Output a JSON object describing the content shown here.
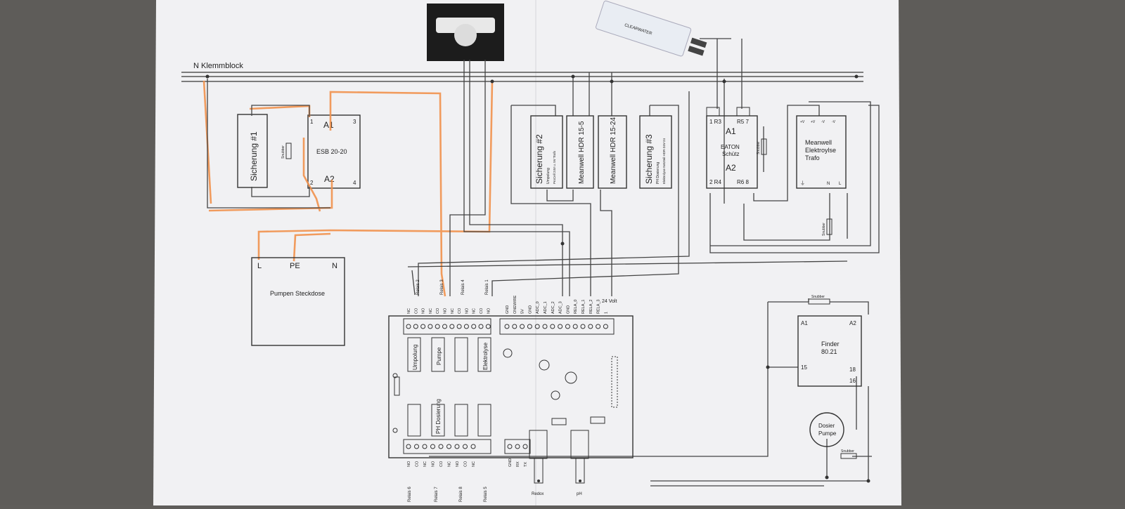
{
  "header": {
    "n_block_label": "N Klemmblock"
  },
  "fuses": {
    "f1": "Sicherung #1",
    "f2": "Sicherung #2",
    "f2_sub1": "Umpolung",
    "f2_sub2": "ProCell 24V u. 5V Trafo",
    "f3": "Sicherung #3",
    "f3_sub1": "PH Dosierung",
    "f3_sub2": "Elektrolyse Netzteil HDR-24V-24"
  },
  "esb": {
    "name": "ESB 20-20",
    "a1": "A1",
    "a2": "A2",
    "p1": "1",
    "p2": "2",
    "p3": "3",
    "p4": "4",
    "snubber": "Snubber"
  },
  "psu": {
    "hdr5": "Meanwell HDR 15-5",
    "hdr24": "Meanwell HDR 15-24"
  },
  "contactor": {
    "line1": "EATON",
    "line2": "Schütz",
    "a1": "A1",
    "a2": "A2",
    "top_left": "1 R3",
    "top_right": "R5 7",
    "bot_left": "2 R4",
    "bot_right": "R6 8",
    "snubber": "Snubber"
  },
  "trafo": {
    "line1": "Meanwell",
    "line2": "Elektroylse",
    "line3": "Trafo",
    "pins_top": [
      "+V",
      "+V",
      "-V",
      "-V"
    ],
    "pin_ground": "⏚",
    "pin_n": "N",
    "pin_l": "L",
    "snubber": "Snubber"
  },
  "socket": {
    "title": "Pumpen Steckdose",
    "l": "L",
    "pe": "PE",
    "n": "N"
  },
  "board": {
    "relay_top_labels": [
      "Relais 2",
      "Relais 3",
      "Relais 4"
    ],
    "relay_top_left": "Relais 1",
    "pins_top_left": [
      "NC",
      "CO",
      "NO",
      "NC",
      "CO",
      "NO",
      "NC",
      "CO",
      "NO",
      "NC",
      "CO",
      "NO"
    ],
    "pins_top_right": [
      "GND",
      "ONEWIRE",
      "5V",
      "GND",
      "ADC_0",
      "ADC_1",
      "ADC_2",
      "ADC_3",
      "GND",
      "RELA_0",
      "RELA_1",
      "RELA_2",
      "RELA_3",
      "1"
    ],
    "volt_label": "24 Volt",
    "relay_names": [
      "Umpolung",
      "Pumpe",
      "Elektrolyse"
    ],
    "ph_relay": "PH Dosierung",
    "pins_bottom": [
      "NO",
      "CO",
      "NC",
      "NO",
      "CO",
      "NC",
      "NO",
      "CO",
      "NC"
    ],
    "relay_bottom_labels": [
      "Relais 6",
      "Relais 7",
      "Relais 8",
      "Relais 5"
    ],
    "pins_bottom_right": [
      "GND",
      "RX",
      "TX"
    ],
    "probe_redox": "Redox",
    "probe_ph": "pH"
  },
  "finder": {
    "line1": "Finder",
    "line2": "80.21",
    "a1": "A1",
    "a2": "A2",
    "p15": "15",
    "p18": "18",
    "p16": "16",
    "snubber_top": "Snubber",
    "snubber_bottom": "Snubber"
  },
  "pump": {
    "line1": "Dosier",
    "line2": "Pumpe"
  },
  "sensor_label": "CLEARWATER"
}
